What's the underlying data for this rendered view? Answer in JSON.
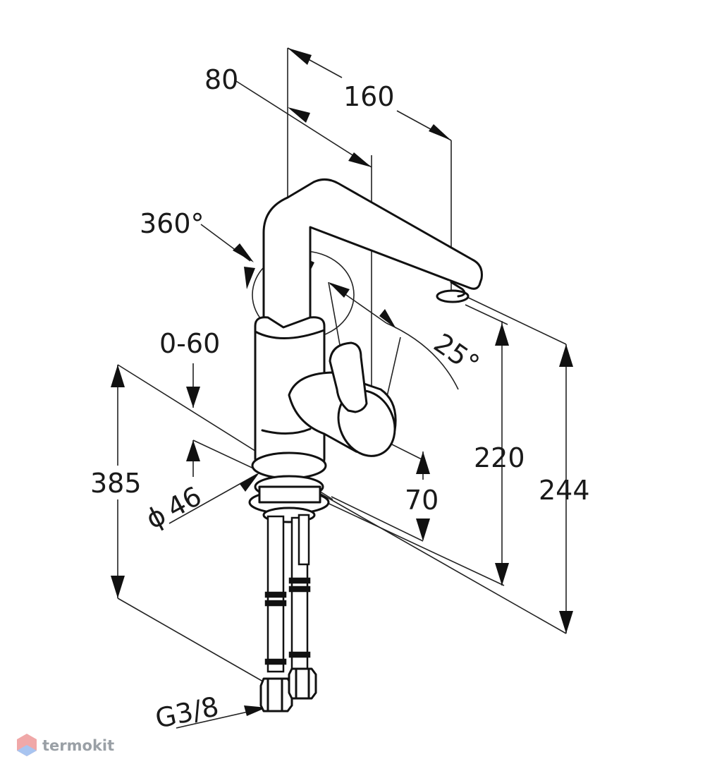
{
  "dimensions": {
    "spout_offset": "80",
    "spout_reach": "160",
    "swivel": "360°",
    "lever_angle": "25°",
    "deck_thickness": "0-60",
    "height_to_outlet": "220",
    "overall_height": "244",
    "hose_length": "385",
    "base_diameter": "46",
    "diameter_symbol": "ϕ",
    "handle_height": "70",
    "connection_thread": "G3/8"
  },
  "watermark": {
    "text": "termokit",
    "logo_colors": [
      "#f0a8a8",
      "#a8c4f0"
    ]
  }
}
